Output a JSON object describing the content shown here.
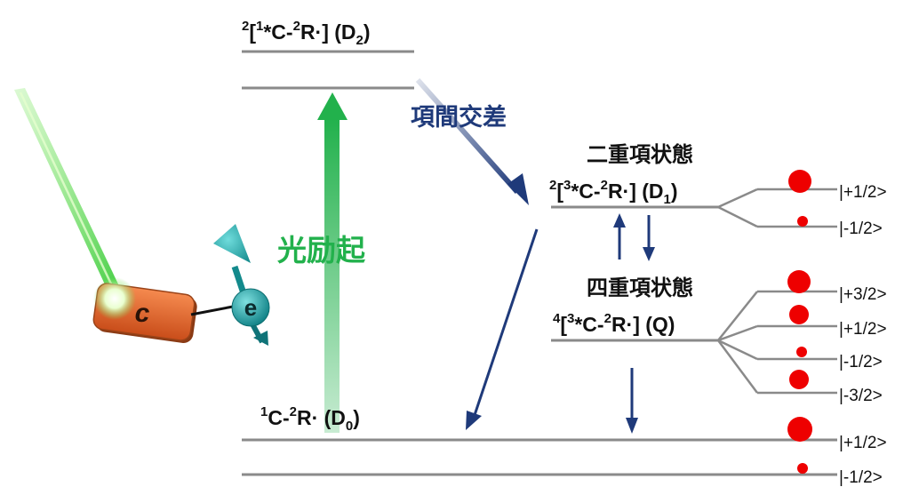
{
  "states": {
    "d2": {
      "sup1": "2",
      "br_open": "[",
      "sup2": "1",
      "mid": "*C-",
      "sup3": "2",
      "tail": "R·] (D",
      "sub": "2",
      "close": ")"
    },
    "d1": {
      "sup1": "2",
      "br_open": "[",
      "sup2": "3",
      "mid": "*C-",
      "sup3": "2",
      "tail": "R·] (D",
      "sub": "1",
      "close": ")"
    },
    "q": {
      "sup1": "4",
      "br_open": "[",
      "sup2": "3",
      "mid": "*C-",
      "sup3": "2",
      "tail": "R·] (Q)"
    },
    "d0": {
      "sup1": "1",
      "mid": "C-",
      "sup3": "2",
      "tail": "R· (D",
      "sub": "0",
      "close": ")"
    }
  },
  "labels": {
    "isc": "項間交差",
    "excitation": "光励起",
    "doublet": "二重項状態",
    "quartet": "四重項状態"
  },
  "molecule": {
    "chromophore": "c",
    "electron": "e"
  },
  "kets": {
    "d1": [
      "|+1/2>",
      "|-1/2>"
    ],
    "q": [
      "|+3/2>",
      "|+1/2>",
      "|-1/2>",
      "|-3/2>"
    ],
    "d0": [
      "|+1/2>",
      "|-1/2>"
    ]
  },
  "colors": {
    "green": "#22b14c",
    "navy": "#1f3a7a",
    "red": "#ee0000",
    "orange": "#e8682f",
    "teal": "#1fa3a3",
    "level": "#8a8a8a"
  }
}
